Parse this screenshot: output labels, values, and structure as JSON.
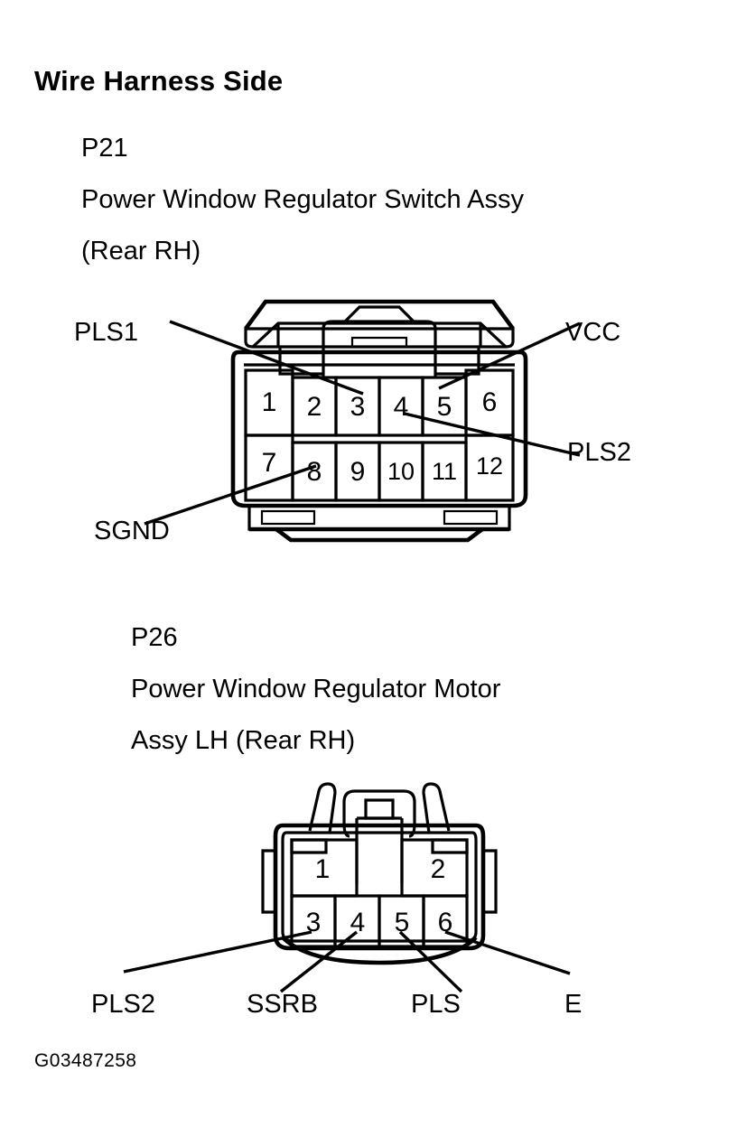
{
  "heading": "Wire Harness Side",
  "figure_code": "G03487258",
  "connectors": [
    {
      "id": "P21",
      "name_lines": [
        "P21",
        "Power Window Regulator Switch Assy",
        "(Rear RH)"
      ],
      "code": "P21",
      "description": "Power Window Regulator Switch Assy",
      "location": "(Rear RH)",
      "pin_count": 12,
      "rows": [
        [
          "1",
          "2",
          "3",
          "4",
          "5",
          "6"
        ],
        [
          "7",
          "8",
          "9",
          "10",
          "11",
          "12"
        ]
      ],
      "callouts": [
        {
          "label": "PLS1",
          "pin": "3",
          "side": "left"
        },
        {
          "label": "VCC",
          "pin": "5",
          "side": "right"
        },
        {
          "label": "PLS2",
          "pin": "4",
          "side": "right"
        },
        {
          "label": "SGND",
          "pin": "8",
          "side": "left"
        }
      ]
    },
    {
      "id": "P26",
      "name_lines": [
        "P26",
        "Power Window Regulator Motor",
        "Assy LH (Rear RH)"
      ],
      "code": "P26",
      "description": "Power Window Regulator Motor",
      "location": "Assy LH (Rear RH)",
      "pin_count": 6,
      "rows": [
        [
          "1",
          "2"
        ],
        [
          "3",
          "4",
          "5",
          "6"
        ]
      ],
      "callouts": [
        {
          "label": "PLS2",
          "pin": "3",
          "side": "bottom"
        },
        {
          "label": "SSRB",
          "pin": "4",
          "side": "bottom"
        },
        {
          "label": "PLS",
          "pin": "5",
          "side": "bottom"
        },
        {
          "label": "E",
          "pin": "6",
          "side": "bottom"
        }
      ]
    }
  ],
  "colors": {
    "ink": "#000000",
    "paper": "#ffffff"
  }
}
